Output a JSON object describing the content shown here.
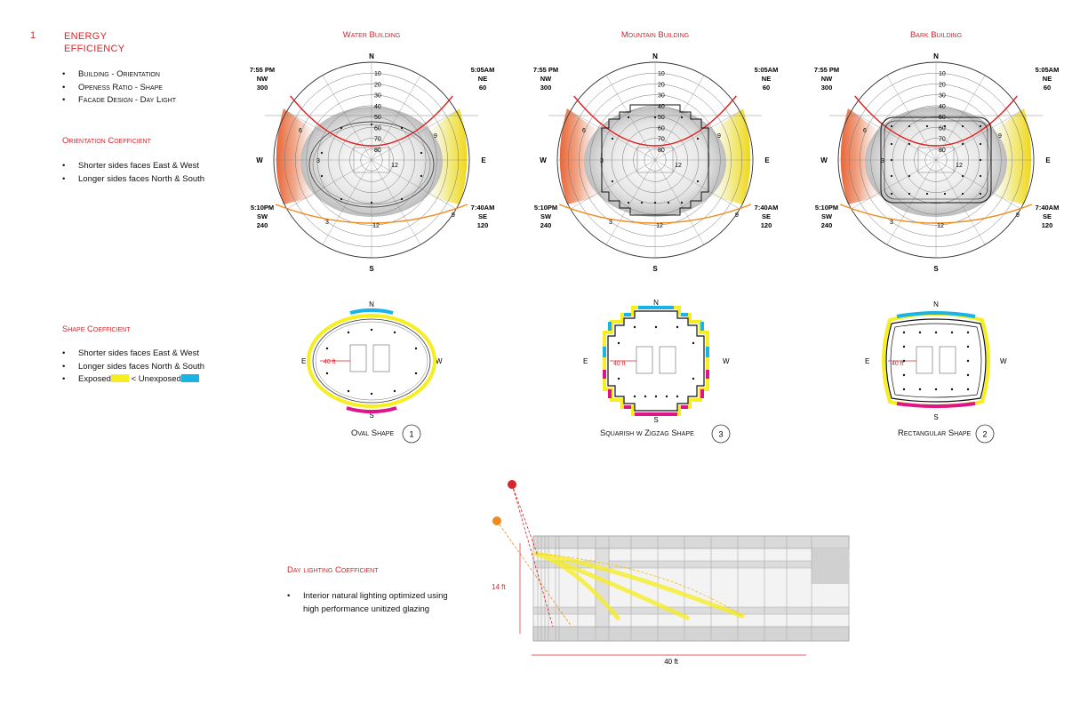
{
  "header": {
    "number": "1",
    "title_line1": "ENERGY",
    "title_line2": "EFFICIENCY"
  },
  "intro_bullets": [
    "Building - Orientation",
    "Openess Ratio - Shape",
    "Facade Design - Day Light"
  ],
  "orientation": {
    "heading": "Orientation Coefficient",
    "bullets": [
      "Shorter sides faces East & West",
      "Longer sides faces North & South"
    ]
  },
  "shape": {
    "heading": "Shape Coefficient",
    "bullets": [
      "Shorter sides faces East & West",
      "Longer sides faces North & South"
    ],
    "exposed_label": "Exposed",
    "unexposed_label": "< Unexposed",
    "exposed_color": "#f6ee1e",
    "unexposed_color": "#1ab3e6"
  },
  "daylight": {
    "heading": "Day lighting Coefficient",
    "line1": "Interior natural lighting optimized using",
    "line2": "high performance unitized glazing",
    "height_label": "14 ft",
    "width_label": "40 ft"
  },
  "sunpath": {
    "rings": [
      "10",
      "20",
      "30",
      "40",
      "50",
      "60",
      "70",
      "80"
    ],
    "dirs": {
      "n": "N",
      "s": "S",
      "e": "E",
      "w": "W"
    },
    "hours": {
      "h3": "3",
      "h6": "6",
      "h9": "9",
      "h12": "12"
    },
    "nw": {
      "time": "7:55 PM",
      "dir": "NW",
      "deg": "300"
    },
    "ne": {
      "time": "5:05AM",
      "dir": "NE",
      "deg": "60"
    },
    "sw": {
      "time": "5:10PM",
      "dir": "SW",
      "deg": "240"
    },
    "se": {
      "time": "7:40AM",
      "dir": "SE",
      "deg": "120"
    }
  },
  "buildings": [
    {
      "title": "Water Building",
      "shape_name": "Oval Shape",
      "rank": "1",
      "plan_e": "E",
      "plan_w": "W",
      "plan_n": "N",
      "plan_s": "S",
      "dim": "40 ft"
    },
    {
      "title": "Mountain Building",
      "shape_name": "Squarish w Zigzag Shape",
      "rank": "3",
      "plan_e": "E",
      "plan_w": "W",
      "plan_n": "N",
      "plan_s": "S",
      "dim": "40 ft"
    },
    {
      "title": "Bark Building",
      "shape_name": "Rectangular Shape",
      "rank": "2",
      "plan_e": "E",
      "plan_w": "W",
      "plan_n": "N",
      "plan_s": "S",
      "dim": "40 ft"
    }
  ]
}
